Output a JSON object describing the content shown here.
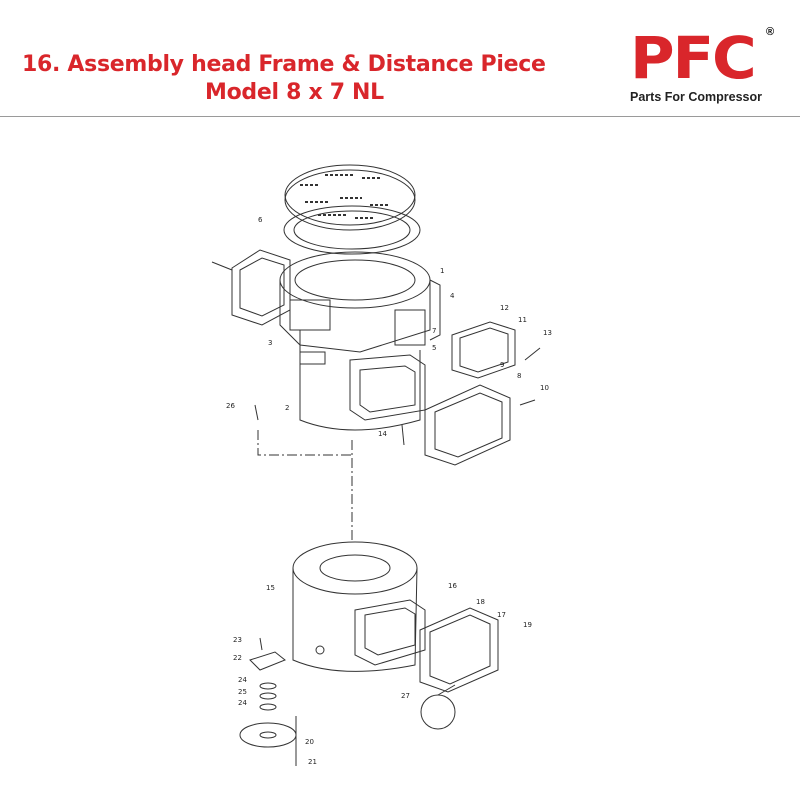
{
  "header": {
    "title_line1": "16. Assembly head Frame & Distance Piece",
    "title_line2": "Model 8 x 7 NL",
    "logo_text": "PFC",
    "logo_reg_mark": "®",
    "logo_tagline": "Parts For Compressor"
  },
  "colors": {
    "brand_red": "#d9262b",
    "line": "#333333"
  },
  "diagram": {
    "callouts": [
      "1",
      "2",
      "3",
      "4",
      "5",
      "6",
      "7",
      "8",
      "9",
      "10",
      "11",
      "12",
      "13",
      "14",
      "15",
      "16",
      "17",
      "18",
      "19",
      "20",
      "21",
      "22",
      "23",
      "24",
      "25",
      "24",
      "26",
      "27"
    ]
  }
}
